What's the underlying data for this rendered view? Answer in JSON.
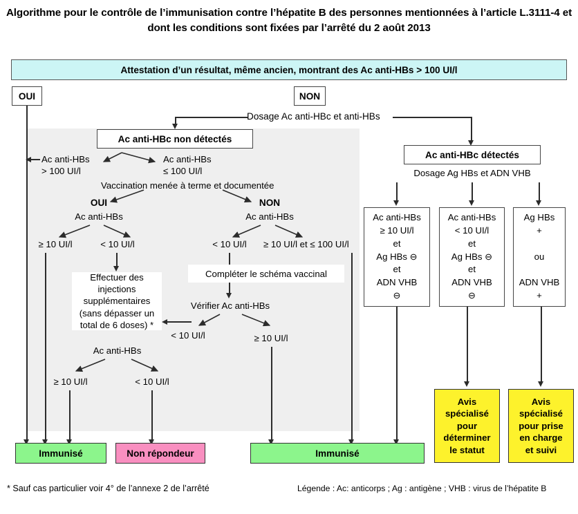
{
  "title": "Algorithme pour le contrôle de l’immunisation contre l’hépatite B des personnes mentionnées à l’article L.3111-4 et dont les conditions sont fixées par l’arrêté du 2 août 2013",
  "colors": {
    "header_cyan": "#ccf5f5",
    "immune_green": "#8cf58c",
    "nonresponder_pink": "#f98fc0",
    "specialist_yellow": "#fdf22c",
    "panel_gray": "#efefef",
    "line": "#2b2b2b"
  },
  "header": {
    "attestation": "Attestation d’un résultat, même ancien, montrant des Ac anti-HBs > 100 UI/l"
  },
  "branch": {
    "oui": "OUI",
    "non": "NON"
  },
  "dosage": {
    "hbc_hbs": "Dosage Ac anti-HBc et anti-HBs",
    "ag_hbs_adn": "Dosage Ag HBs et ADN VHB"
  },
  "nodes": {
    "hbc_non_detectes": "Ac anti-HBc non détectés",
    "hbc_detectes": "Ac anti-HBc détectés",
    "ac_hbs_sup100": "Ac anti-HBs\n> 100 UI/l",
    "ac_hbs_inf100": "Ac anti-HBs\n≤ 100 UI/l",
    "vaccination_complete": "Vaccination menée à terme et documentée",
    "oui_label": "OUI",
    "non_label": "NON",
    "ac_hbs_left": "Ac anti-HBs",
    "ac_hbs_right": "Ac anti-HBs",
    "left_sup10": "≥ 10 UI/l",
    "left_inf10": "< 10 UI/l",
    "right_inf10": "< 10 UI/l",
    "right_between": "≥ 10 UI/l et ≤ 100 UI/l",
    "injections_box": "Effectuer des\ninjections\nsupplémentaires\n(sans dépasser un\ntotal de 6 doses) *",
    "completer_schema": "Compléter le schéma vaccinal",
    "verifier_ac_hbs": "Vérifier Ac anti-HBs",
    "verif_inf10": "< 10 UI/l",
    "verif_sup10": "≥ 10 UI/l",
    "ac_hbs_retest": "Ac anti-HBs",
    "retest_sup10": "≥ 10 UI/l",
    "retest_inf10": "< 10 UI/l"
  },
  "right_cases": [
    {
      "id": "case-1",
      "lines": "Ac anti-HBs\n≥ 10 UI/l\net\nAg HBs ⊖\net\nADN VHB\n⊖"
    },
    {
      "id": "case-2",
      "lines": "Ac anti-HBs\n< 10 UI/l\net\nAg HBs ⊖\net\nADN VHB\n⊖"
    },
    {
      "id": "case-3",
      "lines": "Ag HBs\n+\n\nou\n\nADN VHB\n+"
    }
  ],
  "outcomes": {
    "immunise_left": "Immunisé",
    "non_repondeur": "Non répondeur",
    "immunise_right": "Immunisé",
    "avis_statut": "Avis\nspécialisé\npour\ndéterminer\nle statut",
    "avis_prise_en_charge": "Avis\nspécialisé\npour prise\nen charge\net suivi"
  },
  "footnote": "* Sauf cas particulier voir  4° de l’annexe 2 de l’arrêté",
  "legend": "Légende : Ac: anticorps ; Ag : antigène ; VHB : virus de l’hépatite B"
}
